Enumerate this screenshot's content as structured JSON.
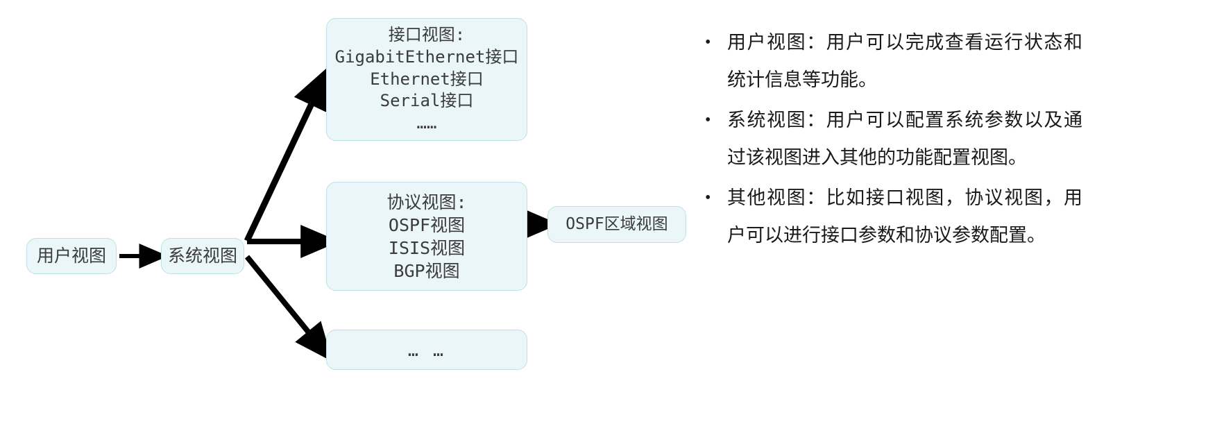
{
  "diagram": {
    "nodes": {
      "user_view": {
        "label": "用户视图"
      },
      "system_view": {
        "label": "系统视图"
      },
      "interface_view": {
        "label": "接口视图:\nGigabitEthernet接口\nEthernet接口\nSerial接口\n……"
      },
      "protocol_view": {
        "label": "协议视图:\nOSPF视图\nISIS视图\nBGP视图"
      },
      "ospf_area_view": {
        "label": "OSPF区域视图"
      },
      "more_view": {
        "label": "… …"
      }
    },
    "colors": {
      "node_fill": "#eaf6f8",
      "node_border": "#bfe0e8",
      "node_text": "#3b3b3b",
      "arrow": "#000000",
      "body_text": "#1a1a1a",
      "background": "#ffffff"
    }
  },
  "bullets": {
    "marker": "•",
    "items": [
      {
        "text": "用户视图：用户可以完成查看运行状态和统计信息等功能。"
      },
      {
        "text": "系统视图：用户可以配置系统参数以及通过该视图进入其他的功能配置视图。"
      },
      {
        "text": "其他视图：比如接口视图，协议视图，用户可以进行接口参数和协议参数配置。"
      }
    ]
  }
}
